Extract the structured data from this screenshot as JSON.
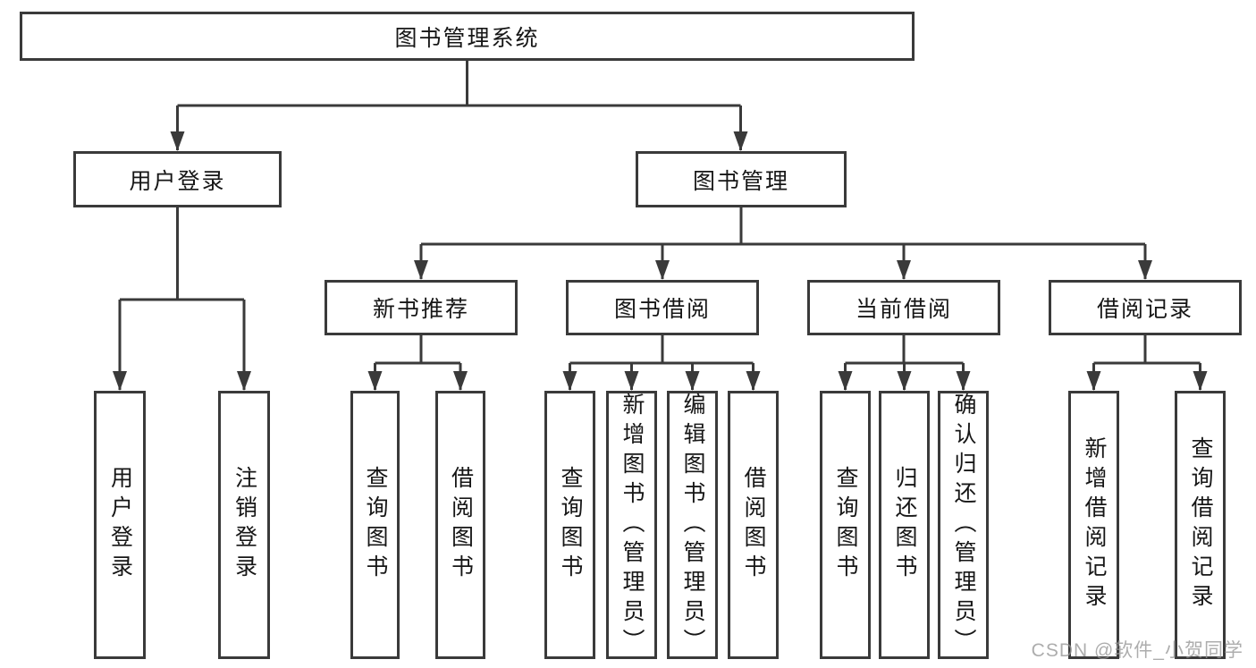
{
  "watermark": {
    "text": "CSDN @软件_小贺同学"
  },
  "colors": {
    "line": "#3a3a3a",
    "box_border": "#3a3a3a",
    "box_background": "#ffffff",
    "text": "#161616",
    "watermark": "#969696"
  },
  "tree": {
    "root": {
      "label": "图书管理系统"
    },
    "children": [
      {
        "label": "用户登录",
        "children": [
          {
            "label": "用户登录"
          },
          {
            "label": "注销登录"
          }
        ]
      },
      {
        "label": "图书管理",
        "children": [
          {
            "label": "新书推荐",
            "children": [
              {
                "label": "查询图书"
              },
              {
                "label": "借阅图书"
              }
            ]
          },
          {
            "label": "图书借阅",
            "children": [
              {
                "label": "查询图书"
              },
              {
                "label": "新增图书（管理员）"
              },
              {
                "label": "编辑图书（管理员）"
              },
              {
                "label": "借阅图书"
              }
            ]
          },
          {
            "label": "当前借阅",
            "children": [
              {
                "label": "查询图书"
              },
              {
                "label": "归还图书"
              },
              {
                "label": "确认归还（管理员）"
              }
            ]
          },
          {
            "label": "借阅记录",
            "children": [
              {
                "label": "新增借阅记录"
              },
              {
                "label": "查询借阅记录"
              }
            ]
          }
        ]
      }
    ]
  }
}
